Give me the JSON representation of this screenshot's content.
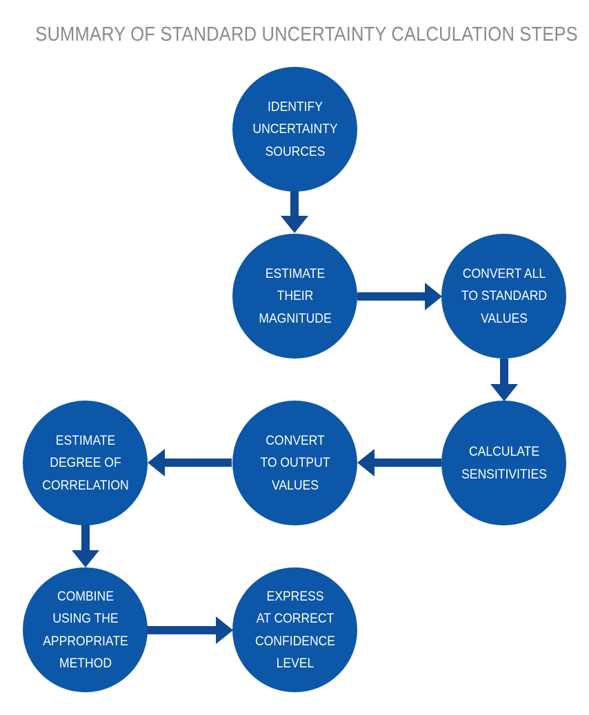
{
  "title": "SUMMARY OF STANDARD UNCERTAINTY CALCULATION STEPS",
  "colors": {
    "node_fill": "#0c57a7",
    "arrow": "#0f4a92",
    "title": "#8a8a8a",
    "node_text": "#ffffff"
  },
  "steps": [
    {
      "id": "identify",
      "label": "IDENTIFY\nUNCERTAINTY\nSOURCES"
    },
    {
      "id": "estimate-magnitude",
      "label": "ESTIMATE\nTHEIR\nMAGNITUDE"
    },
    {
      "id": "convert-standard",
      "label": "CONVERT ALL\nTO STANDARD\nVALUES"
    },
    {
      "id": "calculate-sensitivities",
      "label": "CALCULATE\nSENSITIVITIES"
    },
    {
      "id": "convert-output",
      "label": "CONVERT\nTO OUTPUT\nVALUES"
    },
    {
      "id": "estimate-correlation",
      "label": "ESTIMATE\nDEGREE OF\nCORRELATION"
    },
    {
      "id": "combine",
      "label": "COMBINE\nUSING THE\nAPPROPRIATE\nMETHOD"
    },
    {
      "id": "express",
      "label": "EXPRESS\nAT CORRECT\nCONFIDENCE\nLEVEL"
    }
  ],
  "connections": [
    {
      "from": "identify",
      "to": "estimate-magnitude"
    },
    {
      "from": "estimate-magnitude",
      "to": "convert-standard"
    },
    {
      "from": "convert-standard",
      "to": "calculate-sensitivities"
    },
    {
      "from": "calculate-sensitivities",
      "to": "convert-output"
    },
    {
      "from": "convert-output",
      "to": "estimate-correlation"
    },
    {
      "from": "estimate-correlation",
      "to": "combine"
    },
    {
      "from": "combine",
      "to": "express"
    }
  ]
}
